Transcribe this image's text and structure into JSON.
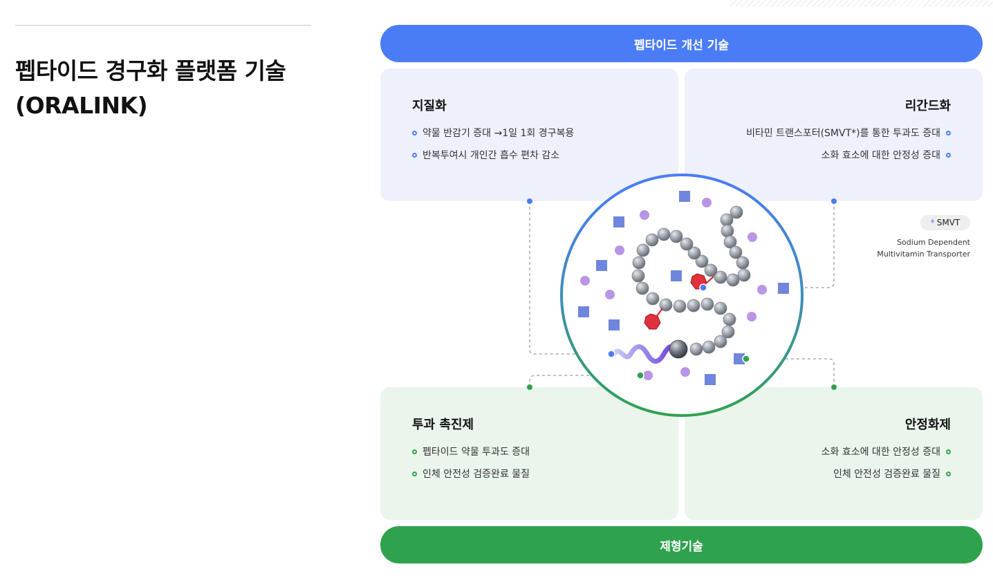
{
  "page": {
    "title_line1": "펩타이드 경구화 플랫폼 기술",
    "title_line2": "(ORALINK)"
  },
  "diagram": {
    "top_banner": "펩타이드 개선 기술",
    "bottom_banner": "제형기술",
    "panels": {
      "top_left": {
        "title": "지질화",
        "items": [
          "약물 반감기 증대 →1일 1회 경구복용",
          "반복투여시 개인간 흡수 편차 감소"
        ]
      },
      "top_right": {
        "title": "리간드화",
        "items": [
          "비타민 트랜스포터(SMVT*)를 통한 투과도 증대",
          "소화 효소에 대한 안정성 증대"
        ]
      },
      "bottom_left": {
        "title": "투과 촉진제",
        "items": [
          "펩타이드 약물 투과도 증대",
          "인체 안전성 검증완료 물질"
        ]
      },
      "bottom_right": {
        "title": "안정화제",
        "items": [
          "소화 효소에 대한 안정성 증대",
          "인체 안전성 검증완료 물질"
        ]
      }
    },
    "footnote": {
      "badge_star": "*",
      "badge_label": "SMVT",
      "desc_line1": "Sodium Dependent",
      "desc_line2": "Multivitamin Transporter"
    }
  },
  "colors": {
    "blue": "#4a7cf6",
    "green": "#2fa24e",
    "panel_blue": "#eef1fc",
    "panel_green": "#eaf5ec",
    "bead": "#9aa0a8",
    "square": "#6f86dc",
    "dot": "#b995e6",
    "ruby": "#e0303c"
  }
}
